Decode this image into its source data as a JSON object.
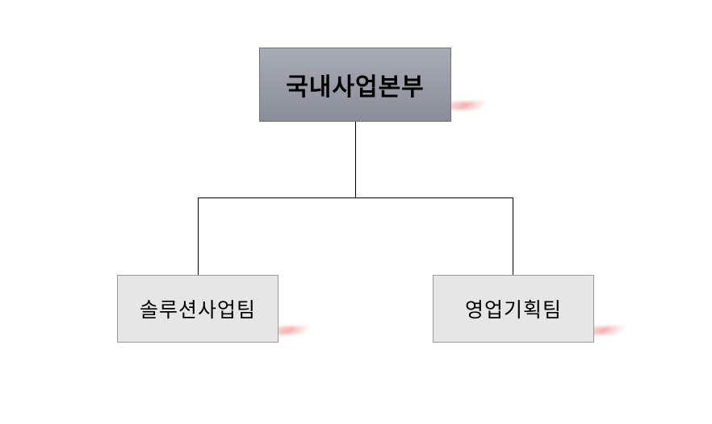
{
  "diagram": {
    "type": "org-chart",
    "root": {
      "label": "국내사업본부",
      "fill": "#9b9ea8"
    },
    "children": [
      {
        "label": "솔루션사업팀",
        "fill": "#e6e6e6"
      },
      {
        "label": "영업기획팀",
        "fill": "#e6e6e6"
      }
    ],
    "connector_color": "#000000",
    "shadow_color": "#eb6e6e"
  }
}
